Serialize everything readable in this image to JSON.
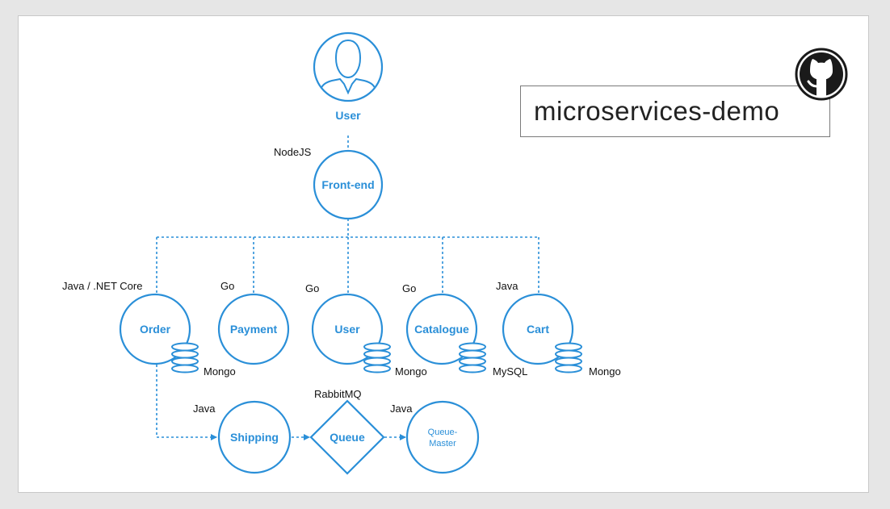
{
  "title": "microservices-demo",
  "colors": {
    "accent": "#2a8fd8",
    "text": "#111111",
    "background": "#e6e6e6",
    "slide": "#ffffff"
  },
  "icons": {
    "github": "github-octocat-icon",
    "user_avatar": "user-avatar-icon",
    "database": "database-icon"
  },
  "nodes": {
    "user_top": {
      "label": "User"
    },
    "frontend": {
      "label": "Front-end",
      "tech": "NodeJS"
    },
    "order": {
      "label": "Order",
      "tech": "Java / .NET Core",
      "db": "Mongo"
    },
    "payment": {
      "label": "Payment",
      "tech": "Go"
    },
    "user_svc": {
      "label": "User",
      "tech": "Go",
      "db": "Mongo"
    },
    "catalogue": {
      "label": "Catalogue",
      "tech": "Go",
      "db": "MySQL"
    },
    "cart": {
      "label": "Cart",
      "tech": "Java",
      "db": "Mongo"
    },
    "shipping": {
      "label": "Shipping",
      "tech": "Java"
    },
    "queue": {
      "label": "Queue",
      "tech": "RabbitMQ"
    },
    "queue_master": {
      "label_line1": "Queue-",
      "label_line2": "Master",
      "tech": "Java"
    }
  }
}
